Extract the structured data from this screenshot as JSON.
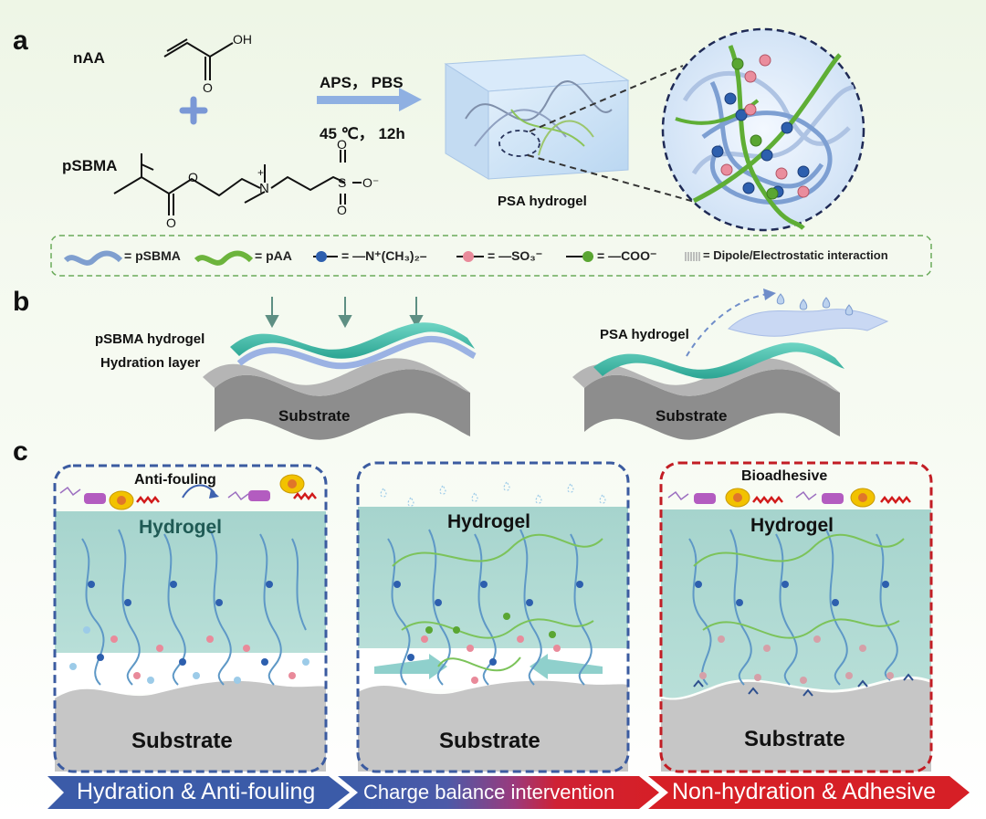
{
  "panels": {
    "a": {
      "label": "a"
    },
    "b": {
      "label": "b"
    },
    "c": {
      "label": "c"
    }
  },
  "reaction": {
    "monomer1": "nAA",
    "monomer2": "pSBMA",
    "condition_top": "APS， PBS",
    "condition_bottom": "45 ℃， 12h",
    "product": "PSA hydrogel",
    "atoms": {
      "oh": "OH",
      "o_double": "O",
      "o_ester": "O",
      "o_carbonyl": "O",
      "n_plus": "N",
      "plus": "+",
      "s": "S",
      "o_top": "O",
      "o_bottom": "O",
      "o_minus": "O⁻"
    }
  },
  "legend": {
    "psbma": "= pSBMA",
    "paa": "= pAA",
    "ammonium": "= —N⁺(CH₃)₂–",
    "sulfonate": "= —SO₃⁻",
    "carboxylate": "= —COO⁻",
    "interaction": "= Dipole/Electrostatic interaction"
  },
  "panel_b": {
    "left_line1": "pSBMA hydrogel",
    "left_line2": "Hydration layer",
    "left_substrate": "Substrate",
    "right_label": "PSA hydrogel",
    "right_substrate": "Substrate"
  },
  "panel_c": {
    "box1": {
      "top": "Anti-fouling",
      "gel": "Hydrogel",
      "substrate": "Substrate"
    },
    "box2": {
      "gel": "Hydrogel",
      "substrate": "Substrate"
    },
    "box3": {
      "top": "Bioadhesive",
      "gel": "Hydrogel",
      "substrate": "Substrate"
    }
  },
  "banner": {
    "stage1": "Hydration & Anti-fouling",
    "stage2": "Charge balance intervention",
    "stage3": "Non-hydration & Adhesive"
  },
  "colors": {
    "psbma_chain": "#7f9fcf",
    "paa_chain": "#6cb43c",
    "ammonium": "#2d5fae",
    "sulfonate": "#e98a9a",
    "carboxylate": "#5aa632",
    "hydrogel": "#a9d6cf",
    "substrate": "#c9c9c9",
    "box_blue": "#3b5ba0",
    "box_red": "#c21d24",
    "banner_blue": "#3b5ba8",
    "banner_red": "#d61f26"
  }
}
